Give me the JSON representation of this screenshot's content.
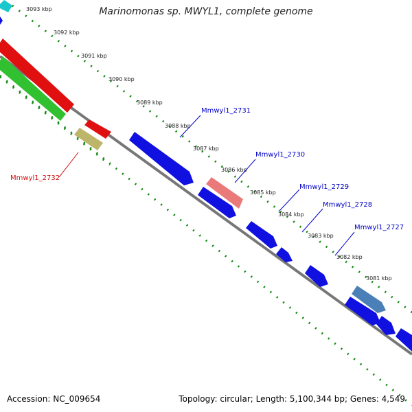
{
  "title": "Marinomonas sp. MWYL1, complete genome",
  "footer": {
    "accession": "Accession: NC_009654",
    "summary": "Topology: circular; Length: 5,100,344 bp; Genes: 4,549"
  },
  "colors": {
    "backbone": "#777777",
    "tick": "#118811",
    "forward_gene": "#1010e0",
    "reverse_gene": "#e01010",
    "label_blue": "#0000c8",
    "label_red": "#d01010"
  },
  "ticks": [
    "3093 kbp",
    "3092 kbp",
    "3091 kbp",
    "3090 kbp",
    "3089 kbp",
    "3088 kbp",
    "3087 kbp",
    "3086 kbp",
    "3085 kbp",
    "3084 kbp",
    "3083 kbp",
    "3082 kbp",
    "3081 kbp"
  ],
  "gene_labels": [
    {
      "name": "Mmwyl1_2732",
      "color": "#d01010"
    },
    {
      "name": "Mmwyl1_2731",
      "color": "#0000c8"
    },
    {
      "name": "Mmwyl1_2730",
      "color": "#0000c8"
    },
    {
      "name": "Mmwyl1_2729",
      "color": "#0000c8"
    },
    {
      "name": "Mmwyl1_2728",
      "color": "#0000c8"
    },
    {
      "name": "Mmwyl1_2727",
      "color": "#0000c8"
    }
  ]
}
